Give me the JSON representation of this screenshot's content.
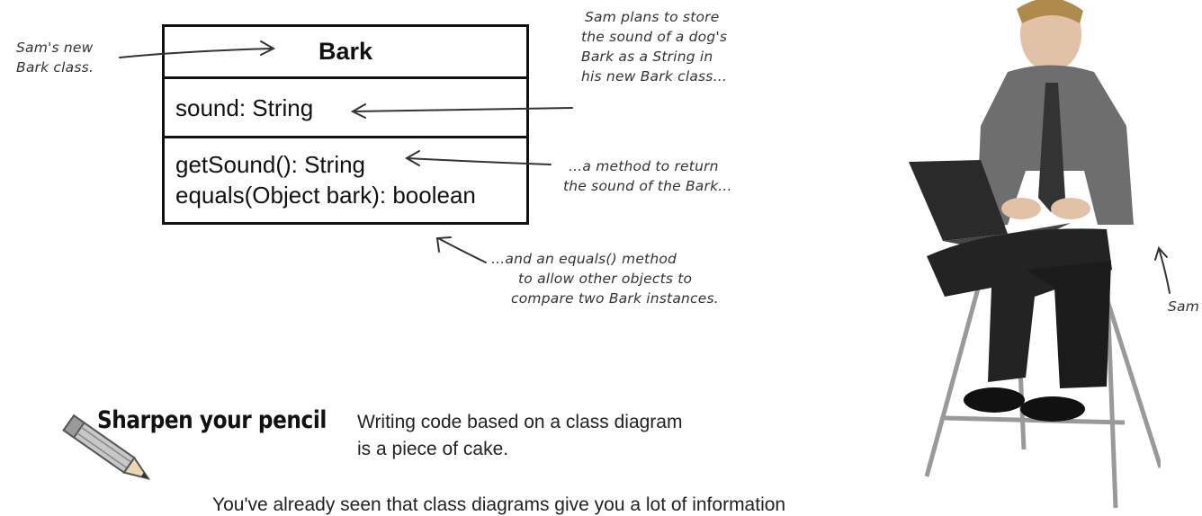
{
  "diagram": {
    "class_name": "Bark",
    "attribute": "sound: String",
    "methods": [
      "getSound(): String",
      "equals(Object bark): boolean"
    ]
  },
  "annotations": {
    "new_class": [
      "Sam's new",
      "Bark class."
    ],
    "store_sound": [
      "Sam plans to store",
      "the sound of a dog's",
      "Bark as a String in",
      "his new Bark class..."
    ],
    "method_return": [
      "...a method to return",
      "the sound of the Bark..."
    ],
    "equals_method": [
      "...and an equals() method",
      "to allow other objects to",
      "compare two Bark instances."
    ],
    "sam_label": "Sam"
  },
  "sharpen": {
    "title": "Sharpen your pencil",
    "text_lines": [
      "Writing code based on a class diagram",
      "is a piece of cake."
    ],
    "bottom_text": "You've already seen that class diagrams give you a lot of information"
  }
}
